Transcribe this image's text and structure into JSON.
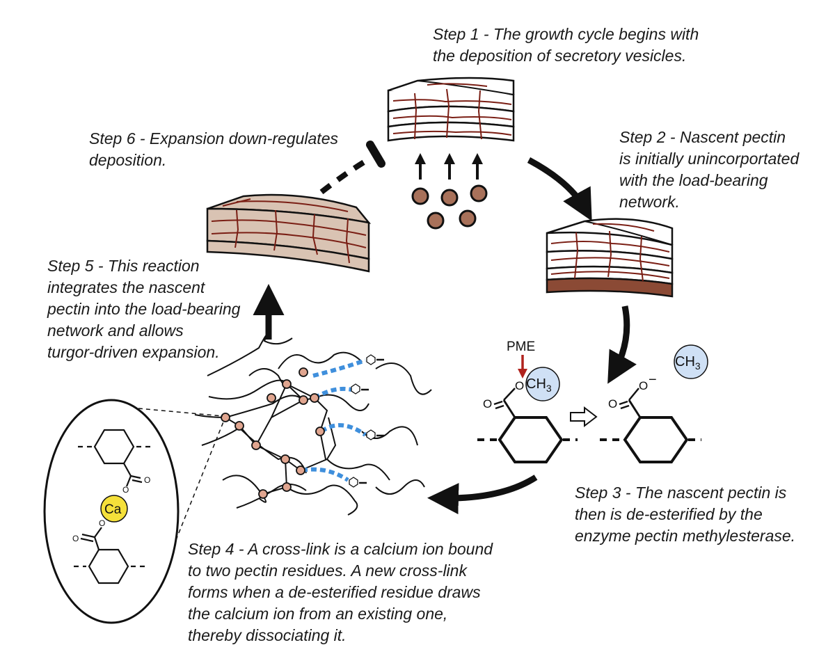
{
  "steps": [
    {
      "id": 1,
      "lines": [
        "Step 1 - The growth cycle begins with",
        "the deposition of secretory vesicles."
      ]
    },
    {
      "id": 2,
      "lines": [
        "Step 2 - Nascent pectin",
        "is initially  unincorportated",
        "with the load-bearing",
        "network."
      ]
    },
    {
      "id": 3,
      "lines": [
        "Step 3 - The nascent pectin is",
        "then is de-esterified by the",
        "enzyme pectin methylesterase."
      ]
    },
    {
      "id": 4,
      "lines": [
        "Step 4 - A cross-link is a calcium ion bound",
        "to two pectin residues.  A new cross-link",
        "forms when a de-esterified residue draws",
        "the calcium ion from an existing one,",
        "thereby dissociating it."
      ]
    },
    {
      "id": 5,
      "lines": [
        "Step 5 - This reaction",
        "integrates the nascent",
        "pectin into the load-bearing",
        "network and allows",
        "turgor-driven expansion."
      ]
    },
    {
      "id": 6,
      "lines": [
        "Step 6 - Expansion down-regulates",
        "deposition."
      ]
    }
  ],
  "chem": {
    "enzyme": "PME",
    "methyl": "CH",
    "methyl_sub": "3",
    "oxygen": "O",
    "charge": "−",
    "calcium": "Ca"
  },
  "colors": {
    "vesicle": "#a8715a",
    "crack": "#7a1e14",
    "brown_layer": "#8b4a35",
    "tan_block": "#d9c3b3",
    "methyl_fill": "#cfe0f5",
    "calcium_fill": "#f5e03a",
    "crosslink_blue": "#3f8fdc",
    "node_fill": "#e0a58f",
    "enzyme_arrow": "#b0231e"
  }
}
